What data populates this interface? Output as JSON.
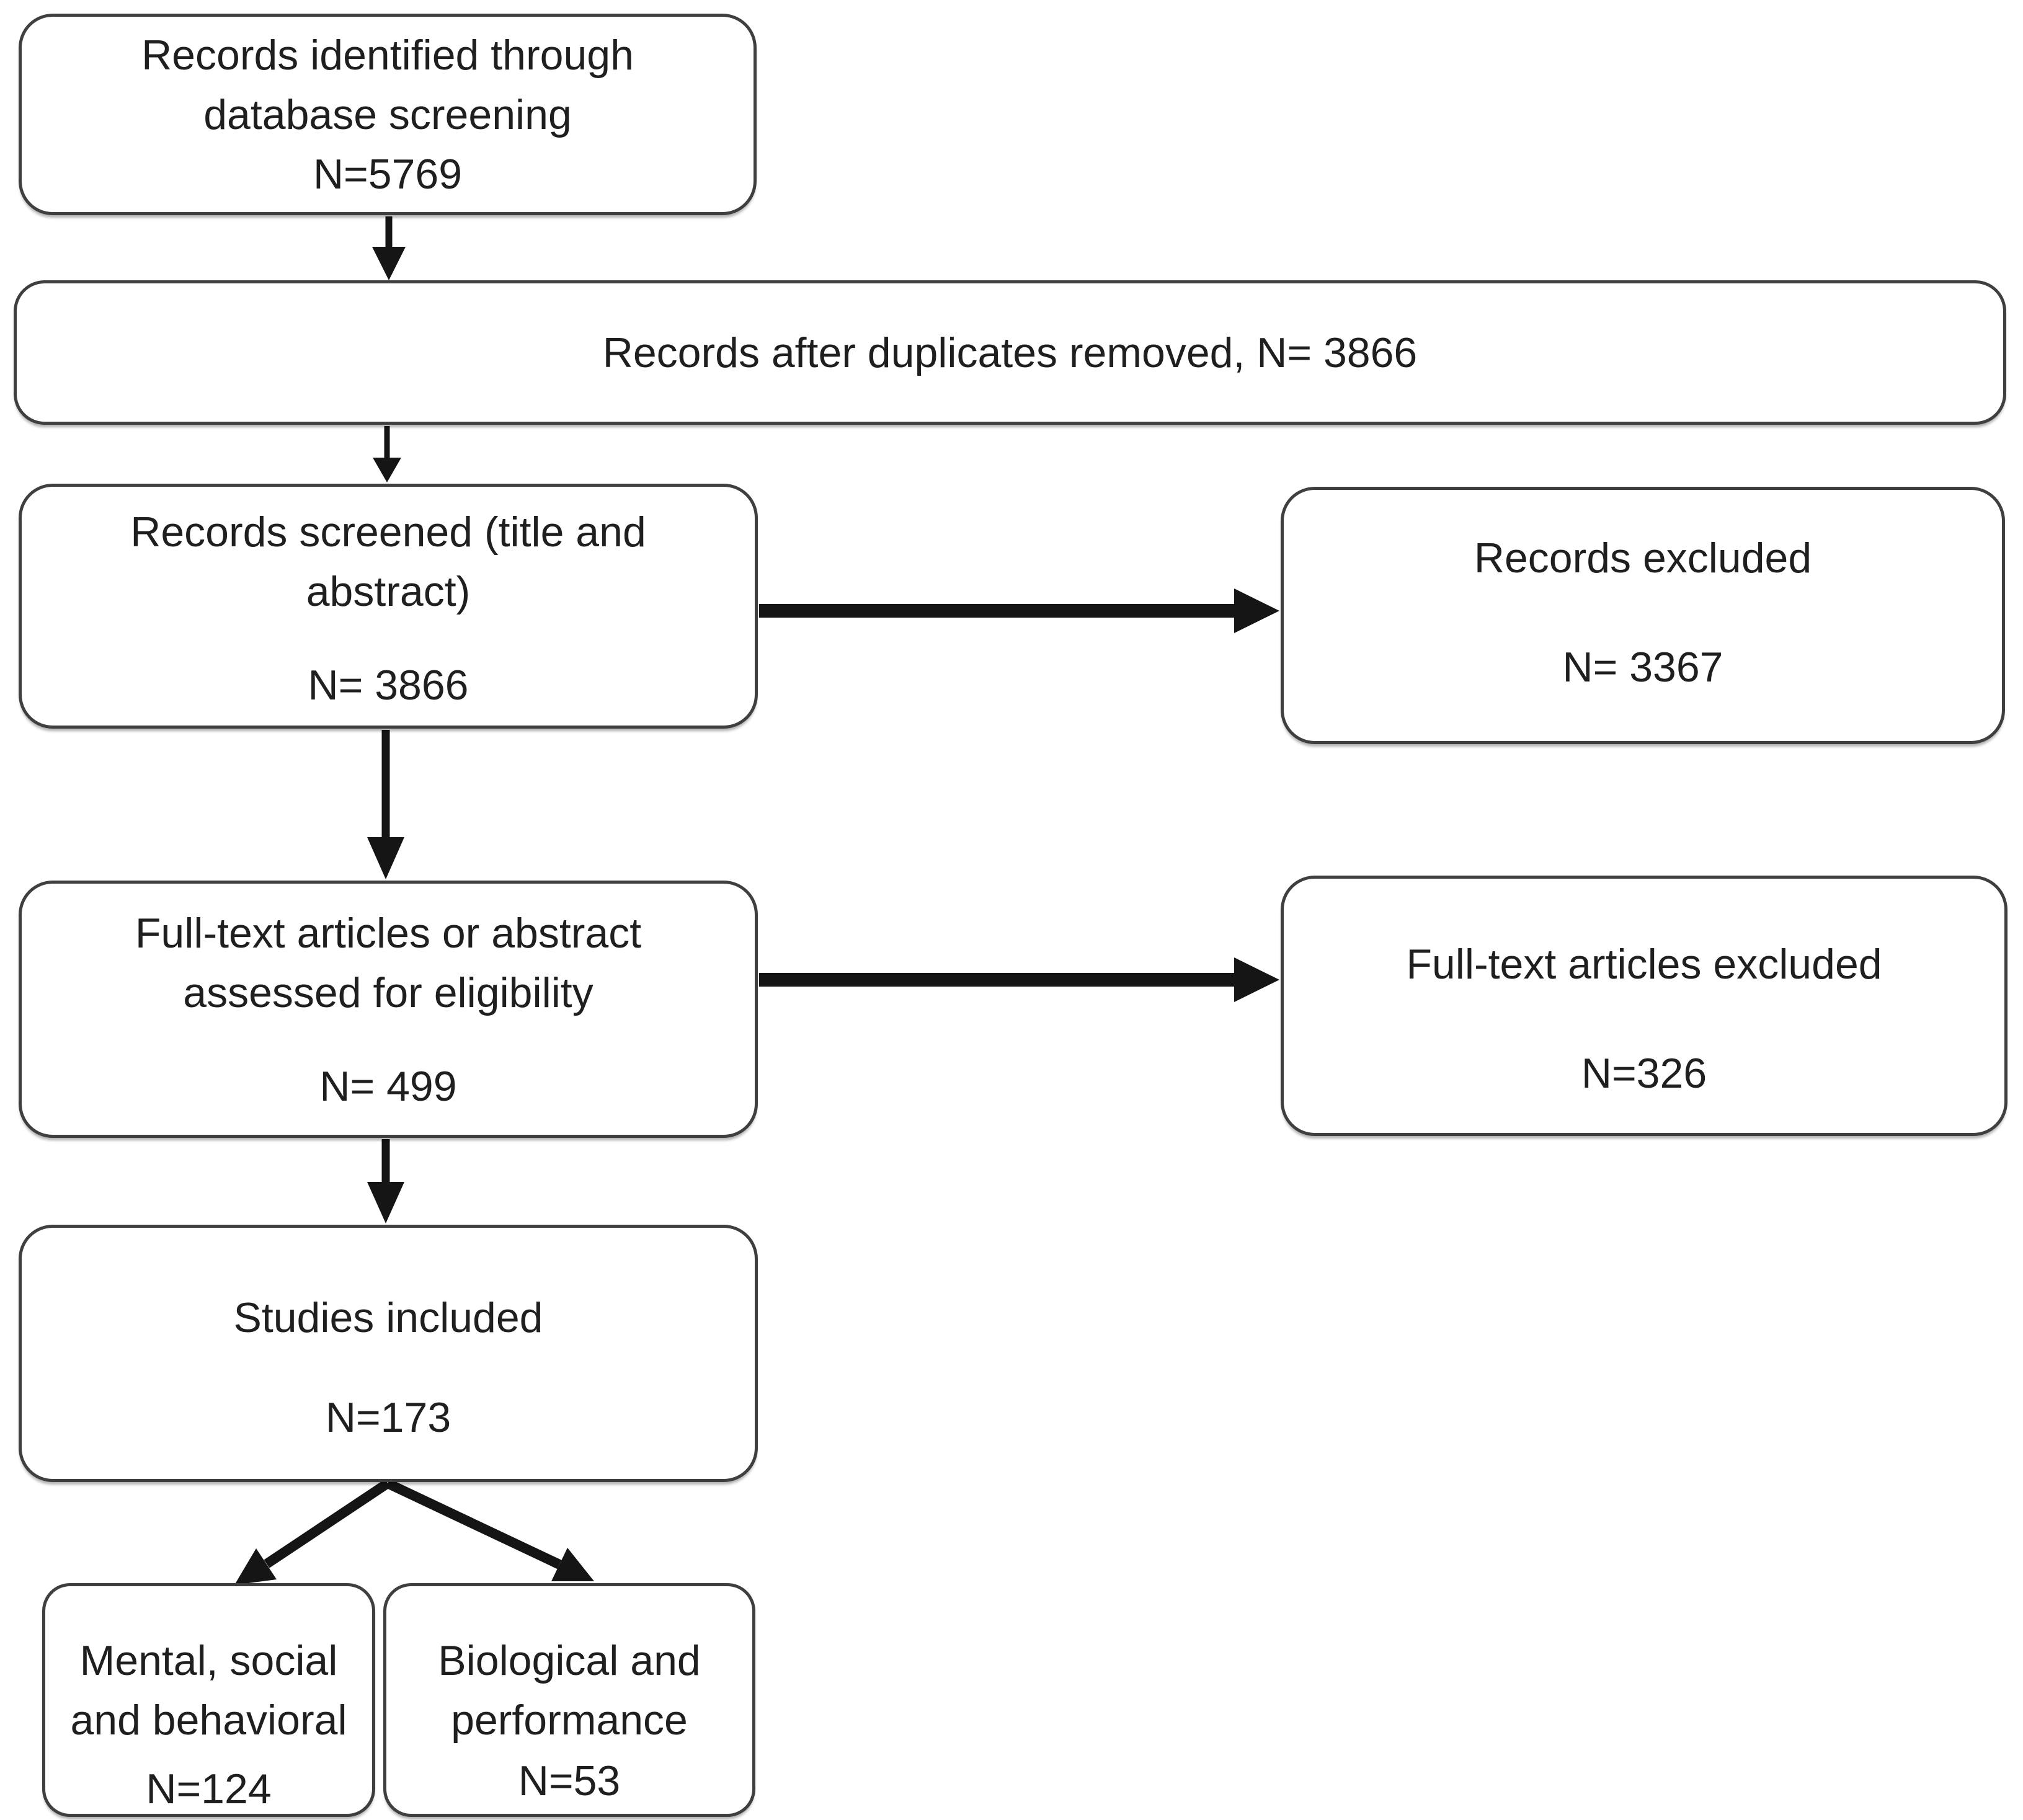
{
  "diagram": {
    "type": "prisma-flowchart",
    "boxes": {
      "identified": {
        "title": "Records identified through\ndatabase screening",
        "n": "N=5769"
      },
      "duplicates": {
        "title": "Records after duplicates removed, N= 3866"
      },
      "screened": {
        "title": "Records screened (title and\nabstract)",
        "n": "N= 3866"
      },
      "records_excluded": {
        "title": "Records excluded",
        "n": "N= 3367"
      },
      "fulltext": {
        "title": "Full-text articles or abstract\nassessed for eligibility",
        "n": "N= 499"
      },
      "fulltext_excluded": {
        "title": "Full-text articles excluded",
        "n": "N=326"
      },
      "included": {
        "title": "Studies included",
        "n": "N=173"
      },
      "mental": {
        "title": "Mental, social\nand behavioral",
        "n": "N=124"
      },
      "biological": {
        "title": "Biological and\nperformance",
        "n": "N=53"
      }
    },
    "colors": {
      "background": "#ffffff",
      "box_border": "#3f3f3f",
      "text": "#1f1f1f",
      "arrow": "#151515"
    }
  }
}
